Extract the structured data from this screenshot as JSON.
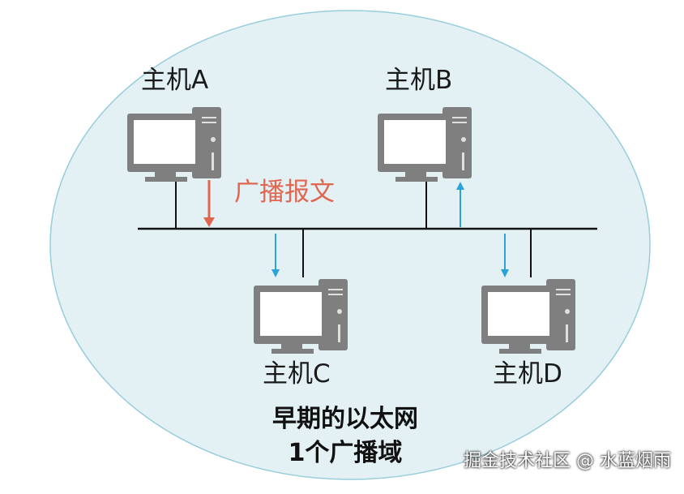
{
  "colors": {
    "domain_fill": "#e3f1f5",
    "domain_stroke": "#98cddb",
    "bus_line": "#111111",
    "computer_gray": "#7f7f7f",
    "screen": "#ffffff",
    "broadcast_red": "#e06650",
    "receive_blue": "#29a3d8"
  },
  "hosts": [
    {
      "label": "主机A",
      "icon": "computer-icon"
    },
    {
      "label": "主机B",
      "icon": "computer-icon"
    },
    {
      "label": "主机C",
      "icon": "computer-icon"
    },
    {
      "label": "主机D",
      "icon": "computer-icon"
    }
  ],
  "broadcast_label": "广播报文",
  "caption": {
    "line1": "早期的以太网",
    "line2": "1个广播域"
  },
  "watermark": "掘金技术社区 @ 水蓝烟雨"
}
